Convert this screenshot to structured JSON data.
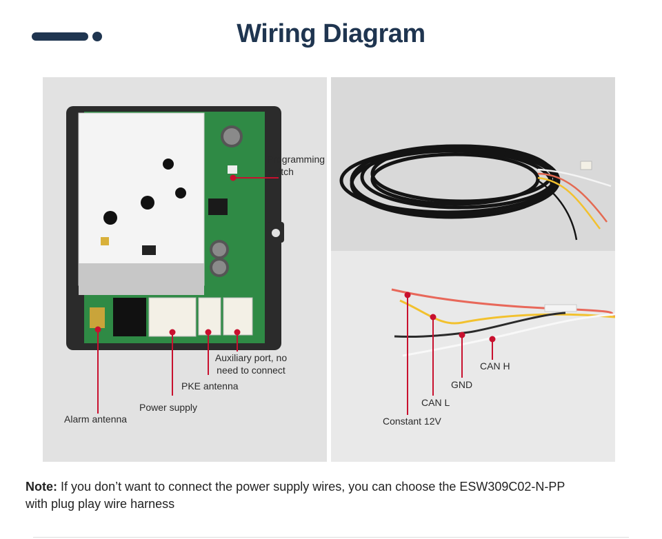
{
  "header": {
    "title": "Wiring Diagram"
  },
  "device_labels": {
    "programming_switch": [
      "Programming",
      "switch"
    ],
    "auxiliary_port": [
      "Auxiliary port, no",
      "need to connect"
    ],
    "pke_antenna": "PKE antenna",
    "power_supply": "Power supply",
    "alarm_antenna": "Alarm antenna"
  },
  "wire_labels": {
    "can_h": "CAN H",
    "gnd": "GND",
    "can_l": "CAN L",
    "constant_12v": "Constant 12V"
  },
  "note": {
    "prefix": "Note:",
    "line1": "If you don’t want to connect the power supply wires, you can choose the ESW309C02-N-PP",
    "line2": "with plug play wire harness"
  },
  "colors": {
    "title": "#1f3550",
    "callout": "#c8102e",
    "pcb": "#2f8a45",
    "case": "#2b2b2b"
  }
}
